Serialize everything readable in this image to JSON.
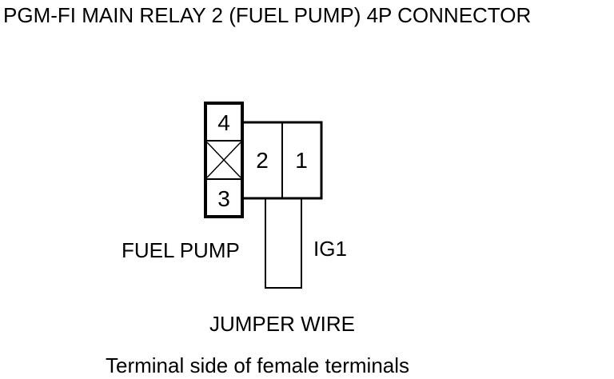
{
  "title": "PGM-FI MAIN RELAY 2 (FUEL PUMP) 4P CONNECTOR",
  "connector": {
    "pins": [
      {
        "label": "1"
      },
      {
        "label": "2"
      },
      {
        "label": "3"
      },
      {
        "label": "4"
      }
    ]
  },
  "labels": {
    "fuel_pump": "FUEL PUMP",
    "ig1": "IG1",
    "jumper_wire": "JUMPER WIRE"
  },
  "caption": "Terminal side of female terminals"
}
